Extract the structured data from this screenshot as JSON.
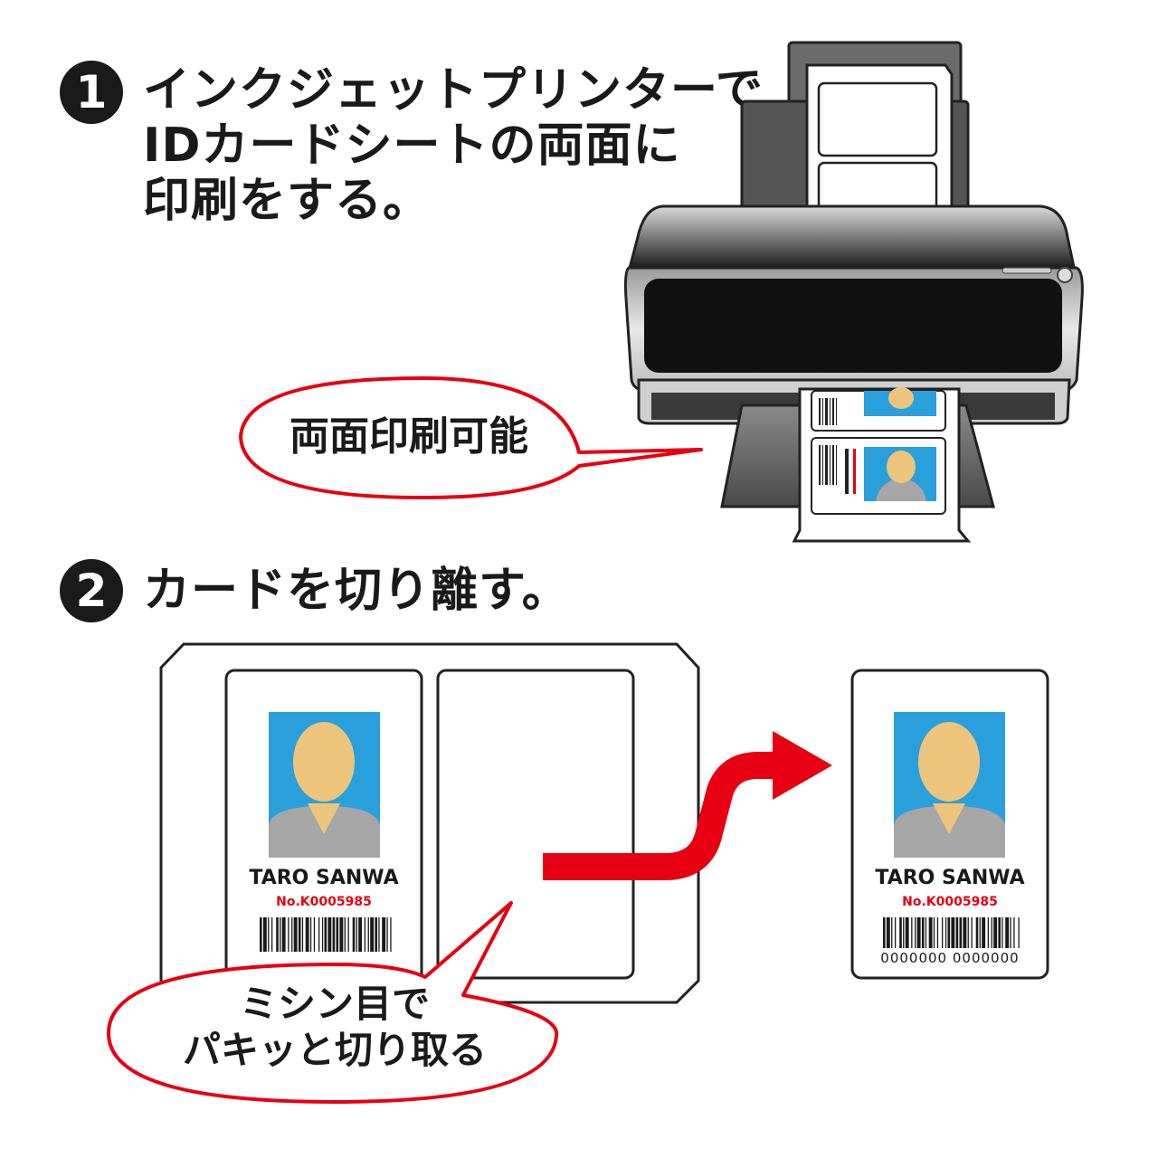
{
  "step1": {
    "number": "1",
    "lines": [
      "インクジェットプリンターで",
      "IDカードシートの両面に",
      "印刷をする。"
    ],
    "callout": "両面印刷可能"
  },
  "step2": {
    "number": "2",
    "text": "カードを切り離す。",
    "callout_lines": [
      "ミシン目で",
      "パキッと切り取る"
    ]
  },
  "card": {
    "name": "TARO SANWA",
    "number": "No.K0005985",
    "barcode_digits": "0000000 0000000"
  },
  "colors": {
    "accent_red": "#e60012",
    "photo_blue": "#29a0dc",
    "skin": "#edc47c",
    "shirt": "#a7a6a6",
    "ink": "#1a1a1a"
  }
}
